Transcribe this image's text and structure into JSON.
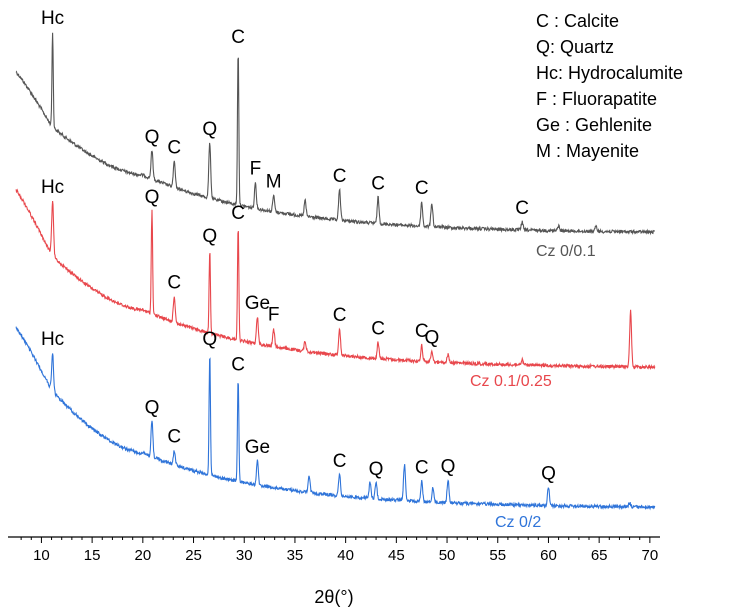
{
  "chart_data": {
    "type": "line",
    "xlabel": "2θ(°)",
    "ylabel": "",
    "xlim": [
      7,
      71
    ],
    "x_ticks": [
      10,
      15,
      20,
      25,
      30,
      35,
      40,
      45,
      50,
      55,
      60,
      65,
      70
    ],
    "y_axis_visible": false,
    "grid": false,
    "phase_legend": {
      "placement": "top-right",
      "entries": [
        "C : Calcite",
        "Q: Quartz",
        "Hc: Hydrocalumite",
        "F : Fluorapatite",
        "Ge : Gehlenite",
        "M : Mayenite"
      ]
    },
    "series": [
      {
        "name": "Cz 0/0.1",
        "color": "#555555",
        "baseline": {
          "start": 72,
          "x11": 126,
          "x20": 175,
          "end": 232
        },
        "peaks": [
          {
            "x": 11.1,
            "h": 95,
            "label": "Hc"
          },
          {
            "x": 20.9,
            "h": 28,
            "label": "Q"
          },
          {
            "x": 23.1,
            "h": 26,
            "label": "C"
          },
          {
            "x": 26.6,
            "h": 55,
            "label": "Q"
          },
          {
            "x": 29.4,
            "h": 154,
            "label": "C"
          },
          {
            "x": 31.1,
            "h": 26,
            "label": "F"
          },
          {
            "x": 32.9,
            "h": 16,
            "label": "M"
          },
          {
            "x": 36.0,
            "h": 16,
            "label": ""
          },
          {
            "x": 39.4,
            "h": 30,
            "label": "C"
          },
          {
            "x": 43.2,
            "h": 26,
            "label": "C"
          },
          {
            "x": 47.5,
            "h": 24,
            "label": "C"
          },
          {
            "x": 48.5,
            "h": 24,
            "label": ""
          },
          {
            "x": 57.4,
            "h": 8,
            "label": "C"
          },
          {
            "x": 61.0,
            "h": 5,
            "label": ""
          },
          {
            "x": 64.7,
            "h": 5,
            "label": ""
          }
        ]
      },
      {
        "name": "Cz 0.1/0.25",
        "color": "#e8474c",
        "baseline": {
          "start": 190,
          "x11": 255,
          "x20": 310,
          "end": 367
        },
        "peaks": [
          {
            "x": 11.1,
            "h": 55,
            "label": "Hc"
          },
          {
            "x": 20.9,
            "h": 103,
            "label": "Q"
          },
          {
            "x": 23.1,
            "h": 26,
            "label": "C"
          },
          {
            "x": 26.6,
            "h": 83,
            "label": "Q"
          },
          {
            "x": 29.4,
            "h": 113,
            "label": "C"
          },
          {
            "x": 31.3,
            "h": 27,
            "label": "Ge"
          },
          {
            "x": 32.9,
            "h": 18,
            "label": "F"
          },
          {
            "x": 36.0,
            "h": 10,
            "label": ""
          },
          {
            "x": 39.4,
            "h": 26,
            "label": "C"
          },
          {
            "x": 43.2,
            "h": 16,
            "label": "C"
          },
          {
            "x": 47.5,
            "h": 16,
            "label": "C"
          },
          {
            "x": 48.5,
            "h": 10,
            "label": "Q"
          },
          {
            "x": 50.1,
            "h": 8,
            "label": ""
          },
          {
            "x": 57.4,
            "h": 5,
            "label": ""
          },
          {
            "x": 68.1,
            "h": 56,
            "label": ""
          }
        ]
      },
      {
        "name": "Cz 0/2",
        "color": "#2f74d9",
        "baseline": {
          "start": 328,
          "x11": 390,
          "x20": 453,
          "end": 507
        },
        "peaks": [
          {
            "x": 11.1,
            "h": 38,
            "label": "Hc"
          },
          {
            "x": 20.9,
            "h": 35,
            "label": "Q"
          },
          {
            "x": 23.1,
            "h": 14,
            "label": "C"
          },
          {
            "x": 26.6,
            "h": 122,
            "label": "Q"
          },
          {
            "x": 29.4,
            "h": 103,
            "label": "C"
          },
          {
            "x": 31.3,
            "h": 24,
            "label": "Ge"
          },
          {
            "x": 36.4,
            "h": 16,
            "label": ""
          },
          {
            "x": 39.4,
            "h": 21,
            "label": "C"
          },
          {
            "x": 42.4,
            "h": 16,
            "label": ""
          },
          {
            "x": 43.0,
            "h": 16,
            "label": "Q"
          },
          {
            "x": 45.8,
            "h": 36,
            "label": ""
          },
          {
            "x": 47.5,
            "h": 20,
            "label": "C"
          },
          {
            "x": 48.6,
            "h": 14,
            "label": ""
          },
          {
            "x": 50.1,
            "h": 22,
            "label": "Q"
          },
          {
            "x": 60.0,
            "h": 18,
            "label": "Q"
          },
          {
            "x": 68.0,
            "h": 4,
            "label": ""
          }
        ]
      }
    ]
  }
}
